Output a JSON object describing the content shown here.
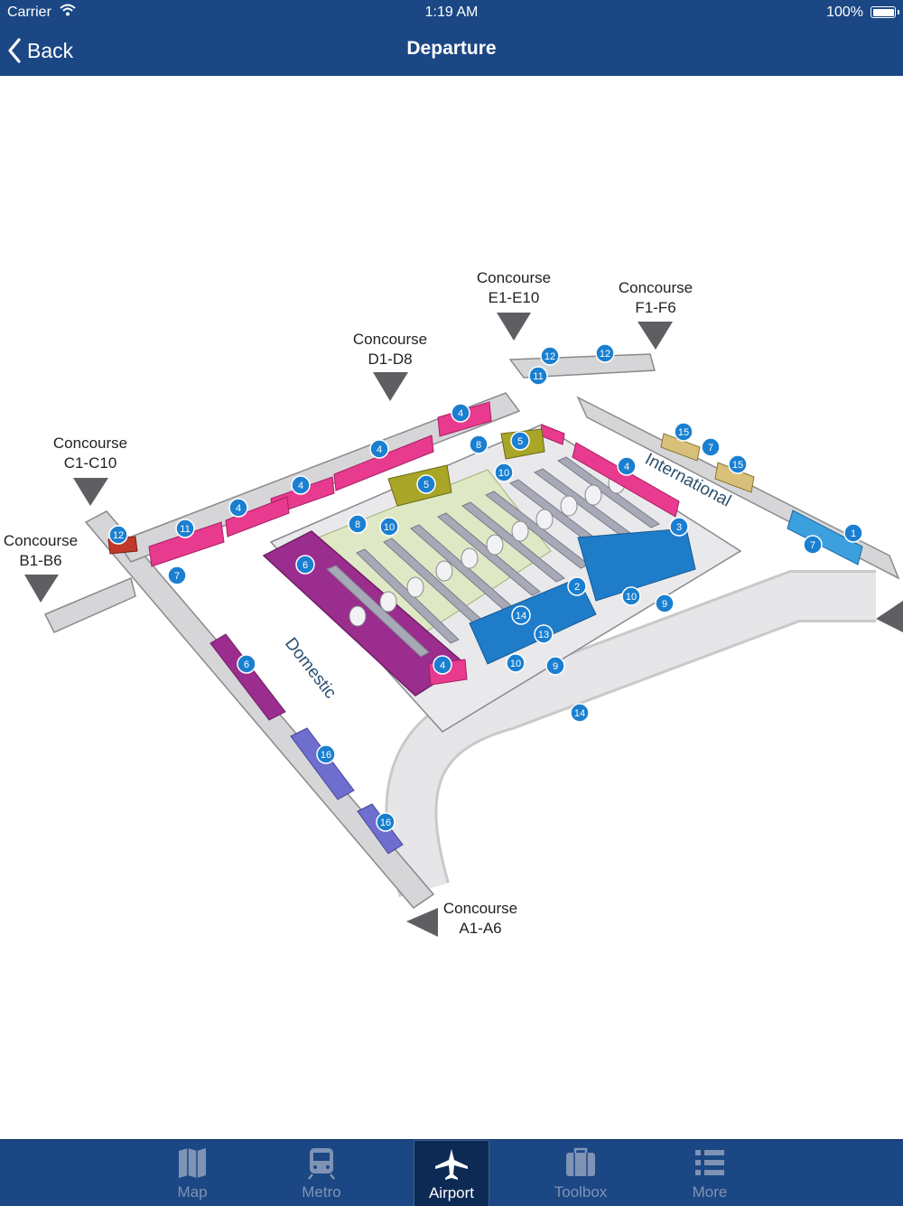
{
  "status_bar": {
    "carrier": "Carrier",
    "time": "1:19 AM",
    "battery": "100%"
  },
  "nav": {
    "back_label": "Back",
    "title": "Departure"
  },
  "map": {
    "concourses": [
      "Concourse",
      "A1-A6",
      "B1-B6",
      "C1-C10",
      "D1-D8",
      "E1-E10",
      "F1-F6"
    ],
    "areas": {
      "domestic": "Domestic",
      "international": "International"
    },
    "markers": [
      "1",
      "2",
      "3",
      "4",
      "5",
      "6",
      "7",
      "8",
      "9",
      "10",
      "11",
      "12",
      "13",
      "14",
      "15",
      "16"
    ]
  },
  "tabs": [
    {
      "label": "Map",
      "icon": "map-icon"
    },
    {
      "label": "Metro",
      "icon": "metro-icon"
    },
    {
      "label": "Airport",
      "icon": "airplane-icon"
    },
    {
      "label": "Toolbox",
      "icon": "toolbox-icon"
    },
    {
      "label": "More",
      "icon": "more-list-icon"
    }
  ],
  "colors": {
    "header": "#1b4784",
    "tab_active": "#0d2a55",
    "marker": "#1a7fd0",
    "shops": "#e83a8f",
    "domestic_hall": "#9b2d8e"
  }
}
